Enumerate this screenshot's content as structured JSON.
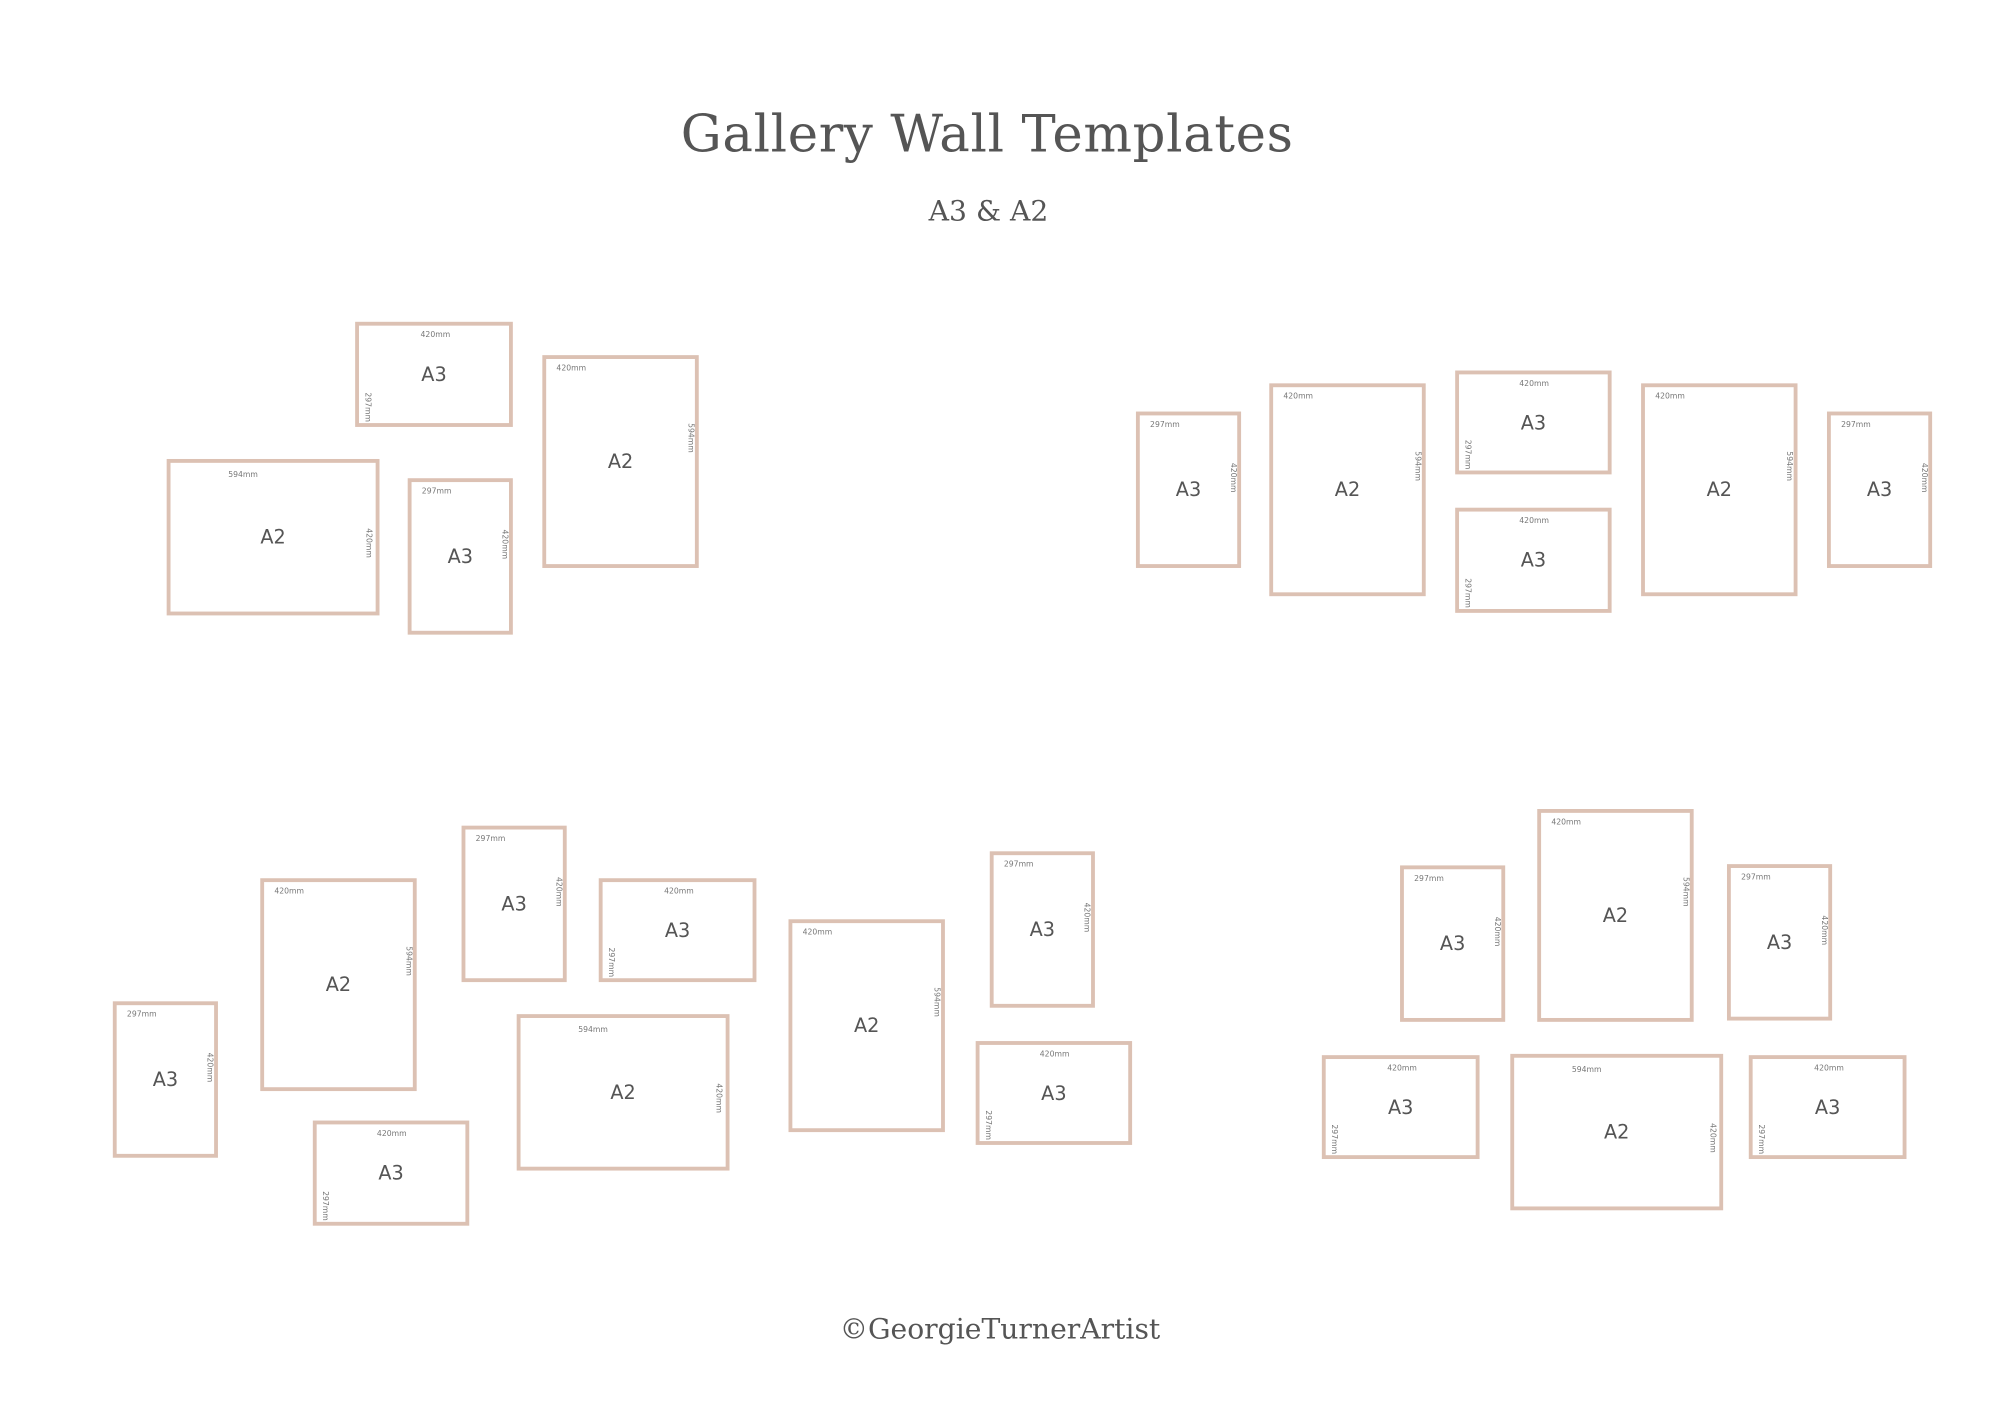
{
  "header": {
    "title": "Gallery Wall Templates",
    "subtitle": "A3 & A2"
  },
  "footer": {
    "copyright": "©GeorgieTurnerArtist"
  },
  "colors": {
    "frame_border": "#dcc1b3",
    "text": "#555555"
  },
  "frames": [
    {
      "size": "A3",
      "w": "420mm",
      "h": "297mm"
    },
    {
      "size": "A2",
      "w": "420mm",
      "h": "594mm"
    },
    {
      "size": "A2",
      "w": "594mm",
      "h": "420mm"
    },
    {
      "size": "A3",
      "w": "297mm",
      "h": "420mm"
    },
    {
      "size": "A3",
      "w": "297mm",
      "h": "420mm"
    },
    {
      "size": "A2",
      "w": "420mm",
      "h": "594mm"
    },
    {
      "size": "A3",
      "w": "420mm",
      "h": "297mm"
    },
    {
      "size": "A3",
      "w": "420mm",
      "h": "297mm"
    },
    {
      "size": "A2",
      "w": "420mm",
      "h": "594mm"
    },
    {
      "size": "A3",
      "w": "297mm",
      "h": "420mm"
    },
    {
      "size": "A3",
      "w": "297mm",
      "h": "420mm"
    },
    {
      "size": "A2",
      "w": "420mm",
      "h": "594mm"
    },
    {
      "size": "A3",
      "w": "297mm",
      "h": "420mm"
    },
    {
      "size": "A3",
      "w": "420mm",
      "h": "297mm"
    },
    {
      "size": "A2",
      "w": "594mm",
      "h": "420mm"
    },
    {
      "size": "A3",
      "w": "420mm",
      "h": "297mm"
    },
    {
      "size": "A2",
      "w": "420mm",
      "h": "594mm"
    },
    {
      "size": "A3",
      "w": "297mm",
      "h": "420mm"
    },
    {
      "size": "A3",
      "w": "420mm",
      "h": "297mm"
    },
    {
      "size": "A3",
      "w": "297mm",
      "h": "420mm"
    },
    {
      "size": "A2",
      "w": "420mm",
      "h": "594mm"
    },
    {
      "size": "A3",
      "w": "297mm",
      "h": "420mm"
    },
    {
      "size": "A3",
      "w": "420mm",
      "h": "297mm"
    },
    {
      "size": "A2",
      "w": "594mm",
      "h": "420mm"
    },
    {
      "size": "A3",
      "w": "420mm",
      "h": "297mm"
    }
  ]
}
